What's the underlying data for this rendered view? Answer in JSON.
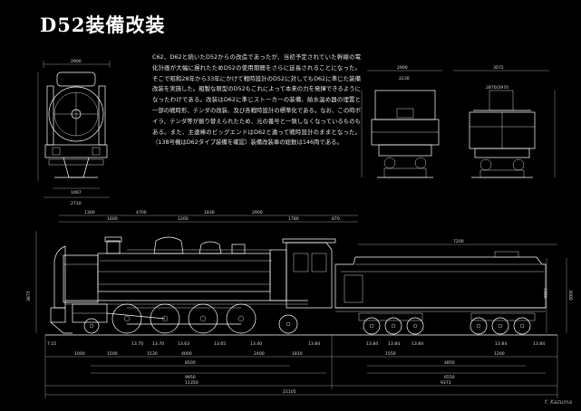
{
  "title": "D52装備改装",
  "description": "C62、D62と続いたD52からの改造であったが、当初予定されていた幹線の電化計画が大幅に遅れたためD52の使用期間をさらに延長されることになった。そこで昭和28年から33年にかけて戦時設計のD52に対してもD62に準じた装備改装を実施した。粗製な原型のD52もこれによって本来の力を発揮できるようになったわけである。改装はD62に準じストーカーの装備、給水温め器の埋置と一部の戦時形、テンダの改装、及び各戦時設計の標準化である。なお、この時ボイラ、テンダ等が振り替えられたため、元の番号と一致しなくなっているものもある。また、主連棒のビッグエンドはD62と違って戦時設計のままとなった。（138号機はD62タイプ装備を確認）装備改装車の総数は146両である。",
  "signature": "Y. Kazuma",
  "dimensions": {
    "front_width": "2900",
    "front_gauge": "1067",
    "front_track": "2710",
    "rear_width": "2900",
    "rear_right_width": "3072",
    "rear_right_sub": "2870/2970",
    "cab_width": "2230",
    "top_1": "1300",
    "top_2": "4700",
    "top_3": "1830",
    "top_4": "2900",
    "top_5": "1600",
    "top_6": "1200",
    "top_7": "1780",
    "top_8": "870",
    "tender_len": "7200",
    "height_left": "3875",
    "height_right": "3000",
    "height_mid": "1980",
    "wheel_labels": [
      "7.15",
      "13.70",
      "13.70",
      "13.63",
      "13.65",
      "13.40",
      "13.84",
      "13.84",
      "13.84",
      "13.84",
      "13.84",
      "13.84"
    ],
    "base_1": "1000",
    "base_2": "1500",
    "base_3": "1530",
    "base_4": "4000",
    "base_5": "2400",
    "base_6": "1810",
    "base_7": "1550",
    "base_8": "1200",
    "wheelbase_engine": "8500",
    "wheelbase_total": "9950",
    "tender_base": "4850",
    "tender_total": "6550",
    "loco_len": "11350",
    "tender_len2": "9373",
    "total_len": "21105"
  }
}
